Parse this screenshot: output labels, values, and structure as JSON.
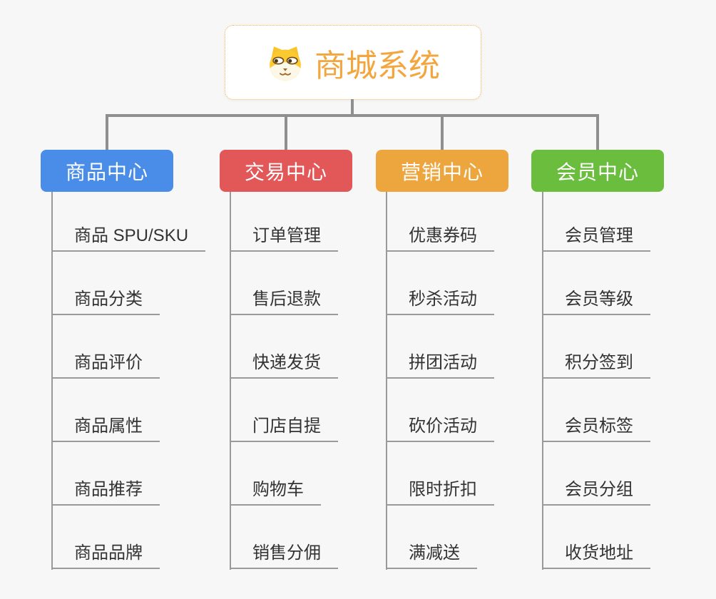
{
  "root": {
    "title": "商城系统",
    "icon": "dog-face-icon",
    "accent_color": "#f2a63d",
    "border_color": "#f2b050",
    "background": "#ffffff"
  },
  "connector_color": "#8f8f8f",
  "canvas_background": "#f7f7f7",
  "branches": [
    {
      "label": "商品中心",
      "color": "#4a8de9",
      "items": [
        "商品 SPU/SKU",
        "商品分类",
        "商品评价",
        "商品属性",
        "商品推荐",
        "商品品牌"
      ]
    },
    {
      "label": "交易中心",
      "color": "#e25758",
      "items": [
        "订单管理",
        "售后退款",
        "快递发货",
        "门店自提",
        "购物车",
        "销售分佣"
      ]
    },
    {
      "label": "营销中心",
      "color": "#eda63d",
      "items": [
        "优惠券码",
        "秒杀活动",
        "拼团活动",
        "砍价活动",
        "限时折扣",
        "满减送"
      ]
    },
    {
      "label": "会员中心",
      "color": "#6bbd3e",
      "items": [
        "会员管理",
        "会员等级",
        "积分签到",
        "会员标签",
        "会员分组",
        "收货地址"
      ]
    }
  ]
}
